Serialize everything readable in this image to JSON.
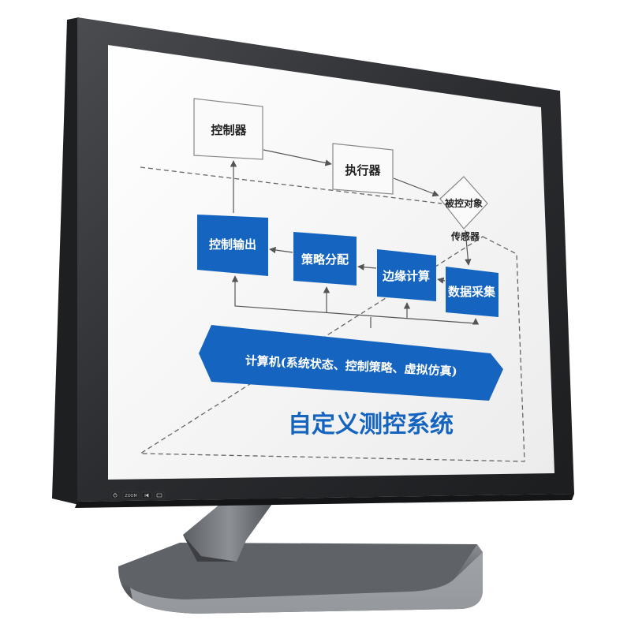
{
  "diagram": {
    "nodes": {
      "controller": "控制器",
      "actuator": "执行器",
      "controlled_object": "被控对象",
      "sensor": "传感器",
      "control_output": "控制输出",
      "strategy_allocation": "策略分配",
      "edge_computing": "边缘计算",
      "data_acquisition": "数据采集",
      "computer": "计算机(系统状态、控制策略、虚拟仿真)"
    },
    "title": "自定义测控系统"
  },
  "monitor": {
    "buttons": {
      "power_icon": "power-icon",
      "zoom_label": "ZOOM",
      "input_icon": "input-icon",
      "menu_icon": "menu-icon"
    }
  },
  "colors": {
    "accent_blue": "#1565c0",
    "bezel": "#2a2c2f",
    "screen": "#f7f7f7",
    "stand": "#6d7075"
  }
}
